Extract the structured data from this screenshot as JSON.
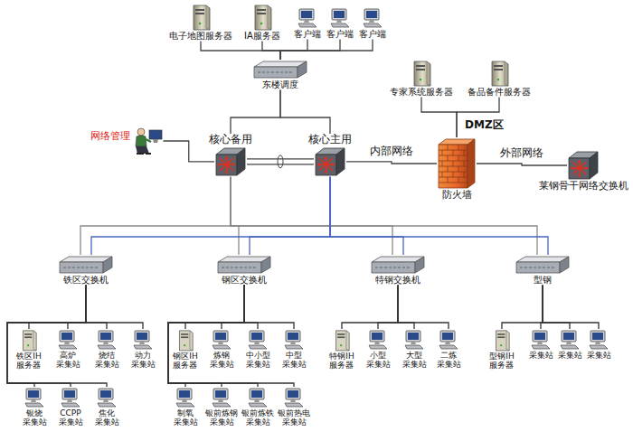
{
  "diagram": {
    "nodes": [
      {
        "text": [
          "电子地图服务器"
        ]
      },
      {
        "text": [
          "IA服务器"
        ]
      },
      {
        "text": [
          "客户端"
        ]
      },
      {
        "text": [
          "客户端"
        ]
      },
      {
        "text": [
          "客户端"
        ]
      },
      {
        "text": [
          "东楼调度"
        ]
      },
      {
        "text": [
          "专家系统服务器"
        ]
      },
      {
        "text": [
          "备品备件服务器"
        ]
      },
      {
        "text": [
          "网络管理"
        ]
      },
      {
        "text": [
          "核心备用"
        ]
      },
      {
        "text": [
          "核心主用"
        ]
      },
      {
        "text": [
          "防火墙"
        ]
      },
      {
        "text": [
          "莱钢骨干网络交换机"
        ]
      },
      {
        "text": [
          "铁区交换机"
        ]
      },
      {
        "text": [
          "钢区交换机"
        ]
      },
      {
        "text": [
          "特钢交换机"
        ]
      },
      {
        "text": [
          "型钢"
        ]
      },
      {
        "text": [
          "铁区IH 服务器"
        ]
      },
      {
        "text": [
          "高炉 采集站"
        ]
      },
      {
        "text": [
          "烧结 采集站"
        ]
      },
      {
        "text": [
          "动力 采集站"
        ]
      },
      {
        "text": [
          "银烧 采集站"
        ]
      },
      {
        "text": [
          "CCPP 采集站"
        ]
      },
      {
        "text": [
          "焦化 采集站"
        ]
      },
      {
        "text": [
          "钢区IH 服务器"
        ]
      },
      {
        "text": [
          "炼钢 采集站"
        ]
      },
      {
        "text": [
          "中小型 采集站"
        ]
      },
      {
        "text": [
          "中型 采集站"
        ]
      },
      {
        "text": [
          "制氧 采集站"
        ]
      },
      {
        "text": [
          "银前炼钢 采集站"
        ]
      },
      {
        "text": [
          "银前炼铁 采集站"
        ]
      },
      {
        "text": [
          "银前热电 采集站"
        ]
      },
      {
        "text": [
          "特钢IH 服务器"
        ]
      },
      {
        "text": [
          "小型 采集站"
        ]
      },
      {
        "text": [
          "大型 采集站"
        ]
      },
      {
        "text": [
          "二炼 采集站"
        ]
      },
      {
        "text": [
          "型钢IH 服务器"
        ]
      },
      {
        "text": [
          "采集站"
        ]
      },
      {
        "text": [
          "采集站"
        ]
      },
      {
        "text": [
          "采集站"
        ]
      }
    ],
    "edges": [
      {
        "from": 5,
        "to": 0,
        "arrow": "none"
      },
      {
        "from": 5,
        "to": 1,
        "arrow": "none"
      },
      {
        "from": 5,
        "to": 2,
        "arrow": "none"
      },
      {
        "from": 5,
        "to": 3,
        "arrow": "none"
      },
      {
        "from": 5,
        "to": 4,
        "arrow": "none"
      },
      {
        "from": 5,
        "to": 9,
        "arrow": "none"
      },
      {
        "from": 5,
        "to": 10,
        "arrow": "none"
      },
      {
        "from": 8,
        "to": 9,
        "arrow": "none"
      },
      {
        "from": 9,
        "to": 10,
        "arrow": "none"
      },
      {
        "from": 10,
        "to": 11,
        "label": "内部网络",
        "arrow": "none"
      },
      {
        "from": 11,
        "to": 12,
        "label": "外部网络",
        "arrow": "none"
      },
      {
        "from": 11,
        "to": 6,
        "arrow": "none"
      },
      {
        "from": 11,
        "to": 7,
        "arrow": "none"
      },
      {
        "from": 9,
        "to": 13,
        "arrow": "none"
      },
      {
        "from": 9,
        "to": 14,
        "arrow": "none"
      },
      {
        "from": 9,
        "to": 15,
        "arrow": "none"
      },
      {
        "from": 9,
        "to": 16,
        "arrow": "none"
      },
      {
        "from": 10,
        "to": 13,
        "arrow": "none"
      },
      {
        "from": 10,
        "to": 14,
        "arrow": "none"
      },
      {
        "from": 10,
        "to": 15,
        "arrow": "none"
      },
      {
        "from": 10,
        "to": 16,
        "arrow": "none"
      },
      {
        "from": 13,
        "to": 17,
        "arrow": "none"
      },
      {
        "from": 13,
        "to": 18,
        "arrow": "none"
      },
      {
        "from": 13,
        "to": 19,
        "arrow": "none"
      },
      {
        "from": 13,
        "to": 20,
        "arrow": "none"
      },
      {
        "from": 13,
        "to": 21,
        "arrow": "none"
      },
      {
        "from": 13,
        "to": 22,
        "arrow": "none"
      },
      {
        "from": 13,
        "to": 23,
        "arrow": "none"
      },
      {
        "from": 14,
        "to": 24,
        "arrow": "none"
      },
      {
        "from": 14,
        "to": 25,
        "arrow": "none"
      },
      {
        "from": 14,
        "to": 26,
        "arrow": "none"
      },
      {
        "from": 14,
        "to": 27,
        "arrow": "none"
      },
      {
        "from": 14,
        "to": 28,
        "arrow": "none"
      },
      {
        "from": 14,
        "to": 29,
        "arrow": "none"
      },
      {
        "from": 14,
        "to": 30,
        "arrow": "none"
      },
      {
        "from": 14,
        "to": 31,
        "arrow": "none"
      },
      {
        "from": 15,
        "to": 32,
        "arrow": "none"
      },
      {
        "from": 15,
        "to": 33,
        "arrow": "none"
      },
      {
        "from": 15,
        "to": 34,
        "arrow": "none"
      },
      {
        "from": 15,
        "to": 35,
        "arrow": "none"
      },
      {
        "from": 16,
        "to": 36,
        "arrow": "none"
      },
      {
        "from": 16,
        "to": 37,
        "arrow": "none"
      },
      {
        "from": 16,
        "to": 38,
        "arrow": "none"
      },
      {
        "from": 16,
        "to": 39,
        "arrow": "none"
      }
    ],
    "labels": [
      "DMZ区"
    ]
  }
}
